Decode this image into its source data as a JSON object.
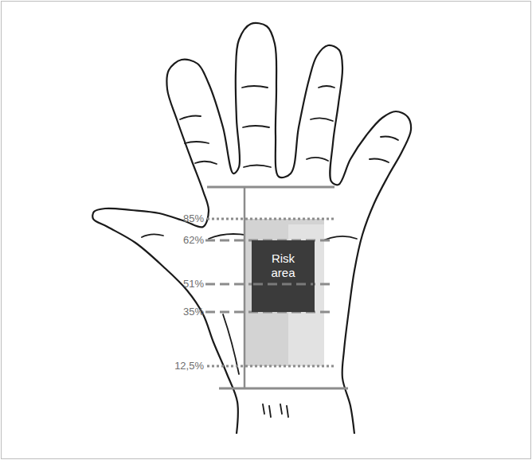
{
  "diagram": {
    "nodes": [
      {
        "text": [
          "Risk area"
        ]
      }
    ],
    "labels": [
      "85%",
      "62%",
      "51%",
      "35%",
      "12,5%"
    ]
  }
}
